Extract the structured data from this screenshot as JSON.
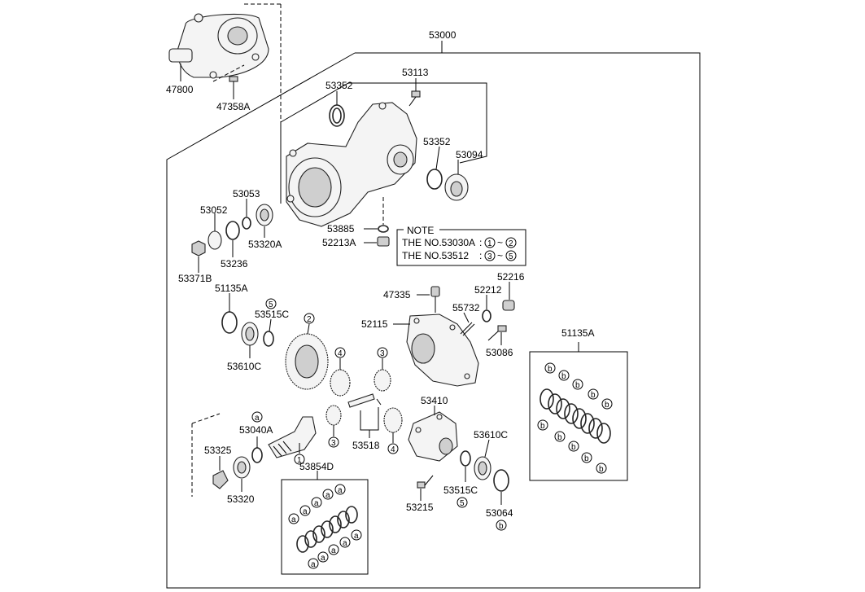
{
  "assembly_label": "53000",
  "labels": {
    "p47800": "47800",
    "p47358A": "47358A",
    "p53113": "53113",
    "p53352a": "53352",
    "p53352b": "53352",
    "p53094": "53094",
    "p53053": "53053",
    "p53052": "53052",
    "p53320A": "53320A",
    "p53236": "53236",
    "p53371B": "53371B",
    "p53885": "53885",
    "p52213A": "52213A",
    "p47335": "47335",
    "p52212": "52212",
    "p52216": "52216",
    "p55732": "55732",
    "p52115": "52115",
    "p53086": "53086",
    "p51135A_top": "51135A",
    "p53515C_top": "53515C",
    "p53610C_top": "53610C",
    "p51135A_right": "51135A",
    "p53410": "53410",
    "p53040A": "53040A",
    "p53325": "53325",
    "p53320": "53320",
    "p53518": "53518",
    "p53854D": "53854D",
    "p53610C_bot": "53610C",
    "p53515C_bot": "53515C",
    "p53215": "53215",
    "p53064": "53064"
  },
  "note": {
    "title": "NOTE",
    "line1_part": "THE NO.53030A",
    "line1_sep": ":",
    "line1_from": "1",
    "line1_tilde": "~",
    "line1_to": "2",
    "line2_part": "THE NO.53512",
    "line2_sep": ":",
    "line2_from": "3",
    "line2_tilde": "~",
    "line2_to": "5"
  },
  "markers": {
    "m1": "1",
    "m2": "2",
    "m3a": "3",
    "m3b": "3",
    "m4a": "4",
    "m4b": "4",
    "m5a": "5",
    "m5b": "5",
    "a": "a",
    "b": "b"
  }
}
